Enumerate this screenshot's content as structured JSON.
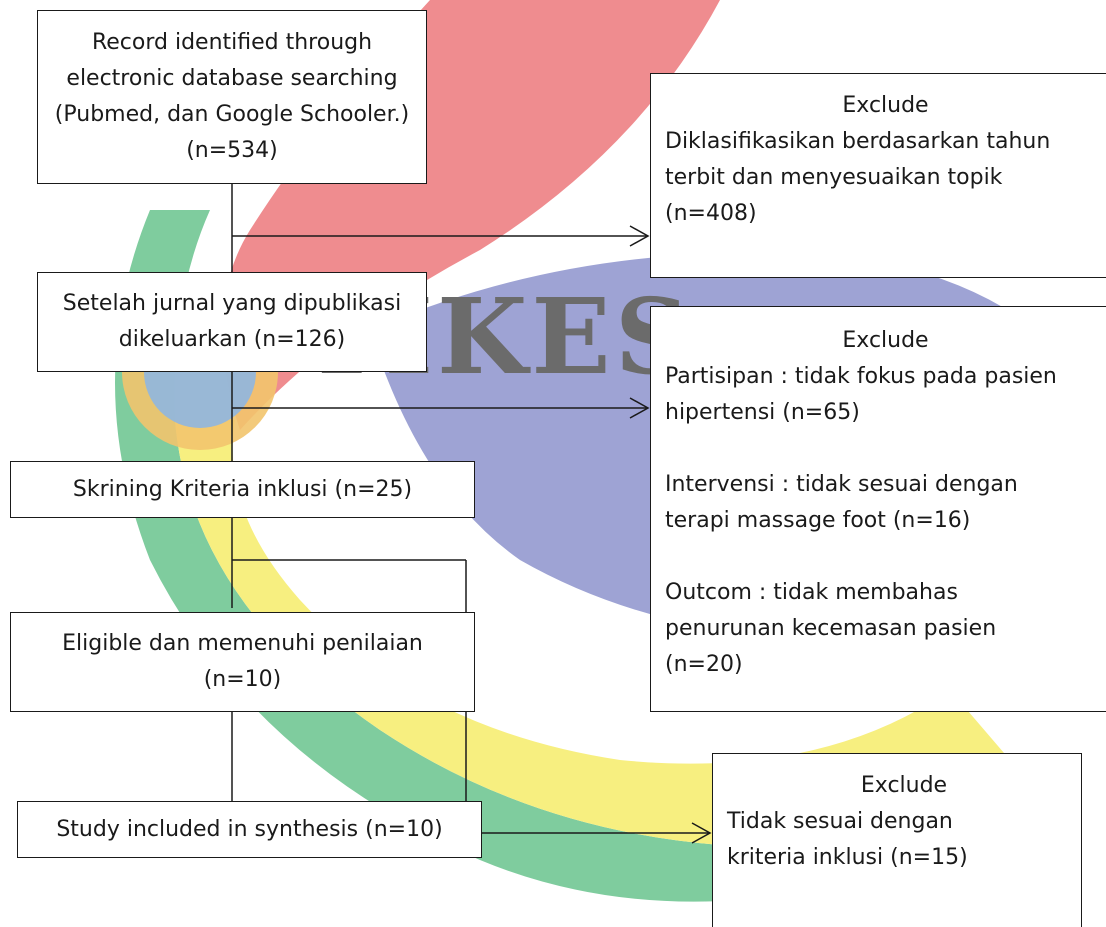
{
  "watermark": {
    "text": "TIKES"
  },
  "colors": {
    "red": "#ef8c8f",
    "blue": "#9ea3d4",
    "green": "#7fcc9e",
    "yellow": "#f7ef80",
    "logo_text": "#6b6b6b"
  },
  "boxes": {
    "identified": {
      "lines": [
        "Record identified through",
        "electronic database searching",
        "(Pubmed, dan Google Schooler.)",
        "(n=534)"
      ]
    },
    "after_pub": {
      "lines": [
        "Setelah jurnal yang dipublikasi",
        "dikeluarkan (n=126)"
      ]
    },
    "screening": {
      "lines": [
        "Skrining Kriteria inklusi (n=25)"
      ]
    },
    "eligible": {
      "lines": [
        "Eligible dan memenuhi penilaian",
        "(n=10)"
      ]
    },
    "included": {
      "lines": [
        "Study included in synthesis (n=10)"
      ]
    },
    "exclude1": {
      "heading": "Exclude",
      "lines": [
        "Diklasifikasikan berdasarkan tahun",
        "terbit dan menyesuaikan topik",
        "(n=408)"
      ]
    },
    "exclude2": {
      "heading": "Exclude",
      "groups": [
        [
          "Partisipan : tidak fokus pada pasien",
          "hipertensi (n=65)"
        ],
        [
          "Intervensi : tidak sesuai dengan",
          "terapi massage foot (n=16)"
        ],
        [
          "Outcom : tidak membahas",
          "penurunan kecemasan pasien",
          "(n=20)"
        ]
      ]
    },
    "exclude3": {
      "heading": "Exclude",
      "lines": [
        "Tidak sesuai dengan",
        "kriteria inklusi (n=15)"
      ]
    }
  }
}
